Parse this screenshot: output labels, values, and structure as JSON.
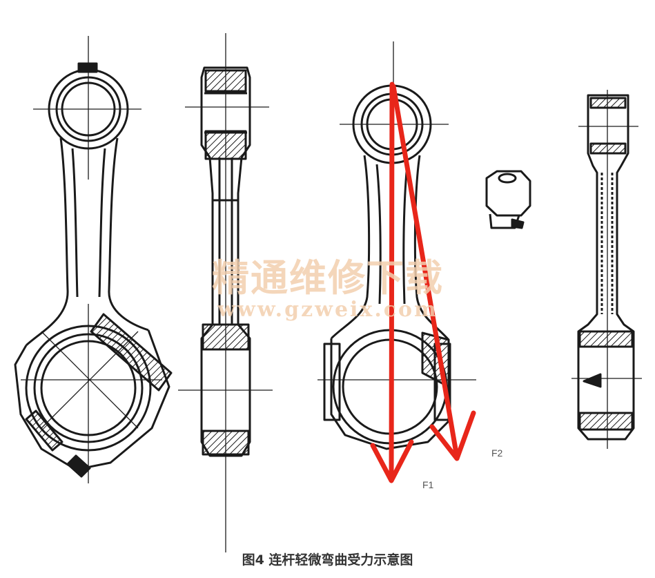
{
  "watermark": {
    "text": "精通维修下载",
    "url": "www.gzweix.com"
  },
  "forces": {
    "f1": "F1",
    "f2": "F2"
  },
  "caption": "图4  连杆轻微弯曲受力示意图",
  "colors": {
    "line": "#1a1a1a",
    "arrow": "#e8261a",
    "watermark": "#f3cfae"
  }
}
